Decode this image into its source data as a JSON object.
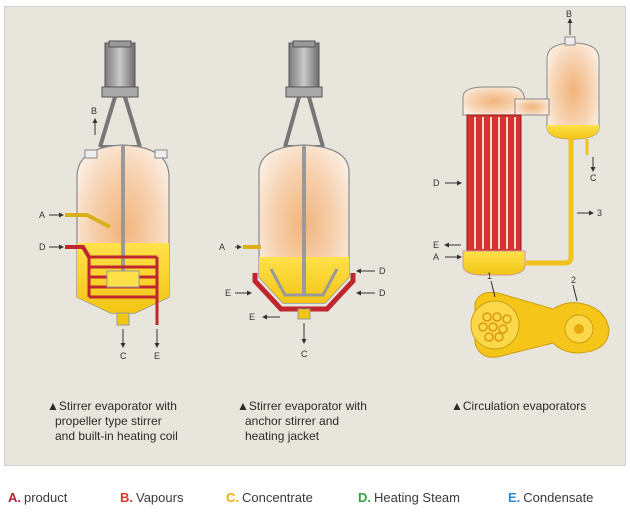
{
  "diagram": {
    "labels": {
      "A": "A",
      "B": "B",
      "C": "C",
      "D": "D",
      "E": "E",
      "n1": "1",
      "n2": "2",
      "n3": "3"
    },
    "captions": {
      "propeller": [
        "▲Stirrer evaporator with",
        "propeller type stirrer",
        "and built-in heating coil"
      ],
      "anchor": [
        "▲Stirrer evaporator with",
        "anchor stirrer and",
        "heating jacket"
      ],
      "circulation": [
        "▲Circulation evaporators"
      ]
    }
  },
  "legend": [
    {
      "letter": "A.",
      "text": "product",
      "color": "#b51f2e"
    },
    {
      "letter": "B.",
      "text": "Vapours",
      "color": "#d83a2a"
    },
    {
      "letter": "C.",
      "text": "Concentrate",
      "color": "#f0b000"
    },
    {
      "letter": "D.",
      "text": "Heating Steam",
      "color": "#3aa040"
    },
    {
      "letter": "E.",
      "text": "Condensate",
      "color": "#2f86d6"
    }
  ]
}
